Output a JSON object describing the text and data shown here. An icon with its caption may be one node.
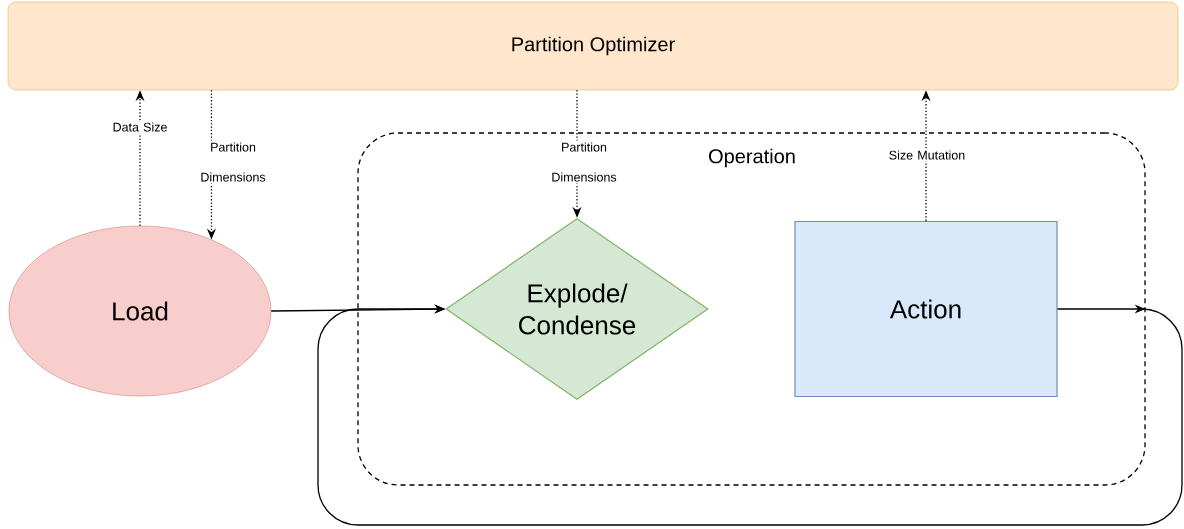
{
  "diagram": {
    "nodes": [
      {
        "text": [
          "Partition Optimizer"
        ]
      },
      {
        "text": [
          "Load"
        ]
      },
      {
        "text": [
          "Operation"
        ]
      },
      {
        "text": [
          "Explode/ Condense"
        ],
        "in": 2
      },
      {
        "text": [
          "Action"
        ],
        "in": 2
      }
    ],
    "edges": [
      {
        "from": 1,
        "to": 0,
        "arrow": "to",
        "label": "Data Size",
        "style": "dashed"
      },
      {
        "from": 0,
        "to": 1,
        "arrow": "to",
        "label": "Partition Dimensions",
        "style": "dashed"
      },
      {
        "from": 0,
        "to": 3,
        "arrow": "to",
        "label": "Partition Dimensions",
        "style": "dashed"
      },
      {
        "from": 4,
        "to": 0,
        "arrow": "to",
        "label": "Size Mutation",
        "style": "dashed"
      },
      {
        "from": 1,
        "to": 3,
        "arrow": "to"
      },
      {
        "from": 4,
        "to": 2,
        "arrow": "to"
      },
      {
        "from": 2,
        "to": 3,
        "arrow": "to"
      }
    ]
  }
}
